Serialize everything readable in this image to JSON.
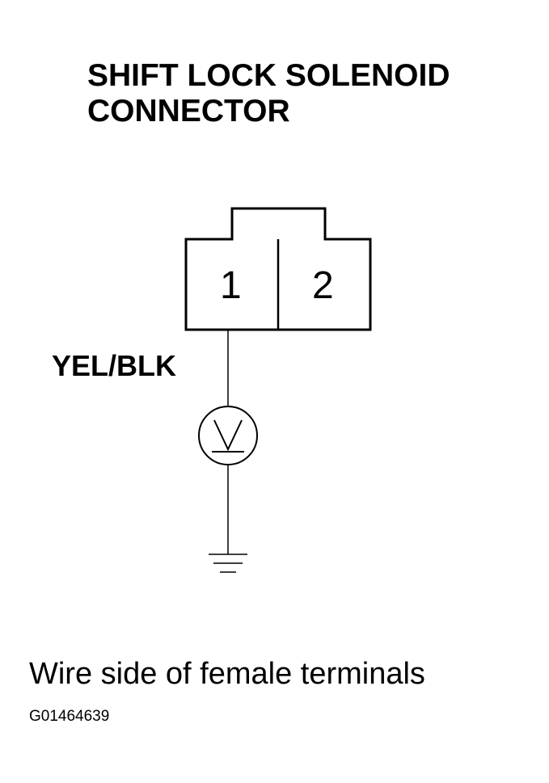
{
  "title": {
    "line1": "SHIFT LOCK SOLENOID",
    "line2": "CONNECTOR"
  },
  "connector": {
    "terminals": [
      {
        "number": "1"
      },
      {
        "number": "2"
      }
    ]
  },
  "wire": {
    "color_code": "YEL/BLK"
  },
  "meter": {
    "symbol": "V",
    "icon": "voltmeter-icon"
  },
  "ground": {
    "icon": "ground-icon"
  },
  "caption": "Wire side of female terminals",
  "figure_id": "G01464639",
  "colors": {
    "line": "#000000",
    "background": "#ffffff"
  }
}
